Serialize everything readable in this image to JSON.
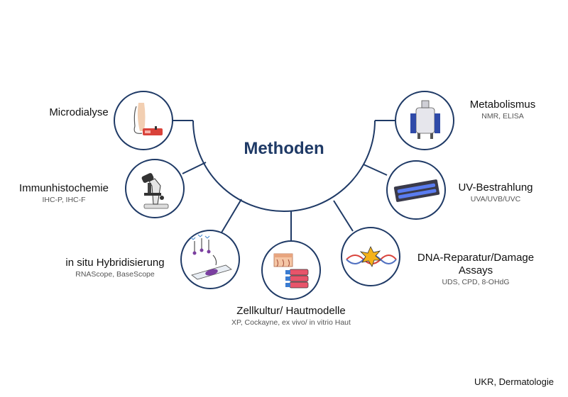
{
  "title": "Methoden",
  "credit": "UKR, Dermatologie",
  "colors": {
    "line": "#1f3a66",
    "title": "#1f3a66",
    "circle_stroke": "#1f3a66"
  },
  "methods": [
    {
      "title": "Microdialyse",
      "subtitle": "",
      "icon": "arm-pump-icon"
    },
    {
      "title": "Immunhistochemie",
      "subtitle": "IHC-P, IHC-F",
      "icon": "microscope-icon"
    },
    {
      "title": "in situ Hybridisierung",
      "subtitle": "RNAScope, BaseScope",
      "icon": "probe-slide-icon"
    },
    {
      "title": "Zellkultur/ Hautmodelle",
      "subtitle": "XP, Cockayne, ex vivo/ in vitrio Haut",
      "icon": "skin-flask-icon"
    },
    {
      "title": "DNA-Reparatur/Damage",
      "title2": "Assays",
      "subtitle": "UDS, CPD, 8-OHdG",
      "icon": "dna-damage-icon"
    },
    {
      "title": "UV-Bestrahlung",
      "subtitle": "UVA/UVB/UVC",
      "icon": "uv-lamp-icon"
    },
    {
      "title": "Metabolismus",
      "subtitle": "NMR, ELISA",
      "icon": "nmr-icon"
    }
  ]
}
